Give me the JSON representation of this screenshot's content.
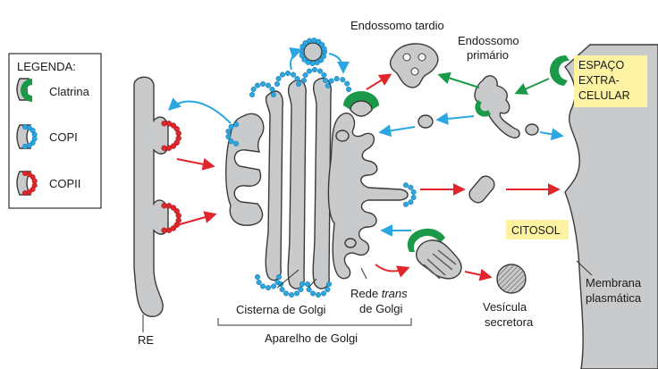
{
  "legend": {
    "title": "LEGENDA:",
    "items": [
      {
        "label": "Clatrina",
        "color": "#1a9a48"
      },
      {
        "label": "COPI",
        "color": "#2aa7e2"
      },
      {
        "label": "COPII",
        "color": "#e0252b"
      }
    ]
  },
  "labels": {
    "endossomo_tardio": "Endossomo tardio",
    "endossomo_primario_1": "Endossomo",
    "endossomo_primario_2": "primário",
    "espaco_1": "ESPAÇO",
    "espaco_2": "EXTRA-",
    "espaco_3": "CELULAR",
    "citosol": "CITOSOL",
    "membrana_1": "Membrana",
    "membrana_2": "plasmática",
    "vesicula_1": "Vesícula",
    "vesicula_2": "secretora",
    "rede_trans_a": "Rede ",
    "rede_trans_b": "trans",
    "rede_trans_c": "de Golgi",
    "cisterna": "Cisterna de Golgi",
    "aparelho": "Aparelho de Golgi",
    "re": "RE"
  },
  "colors": {
    "clathrin": "#1a9a48",
    "copi": "#2aa7e2",
    "copii": "#e0252b",
    "highlight": "#fdf3a3",
    "organelle": "#c9cacb"
  }
}
